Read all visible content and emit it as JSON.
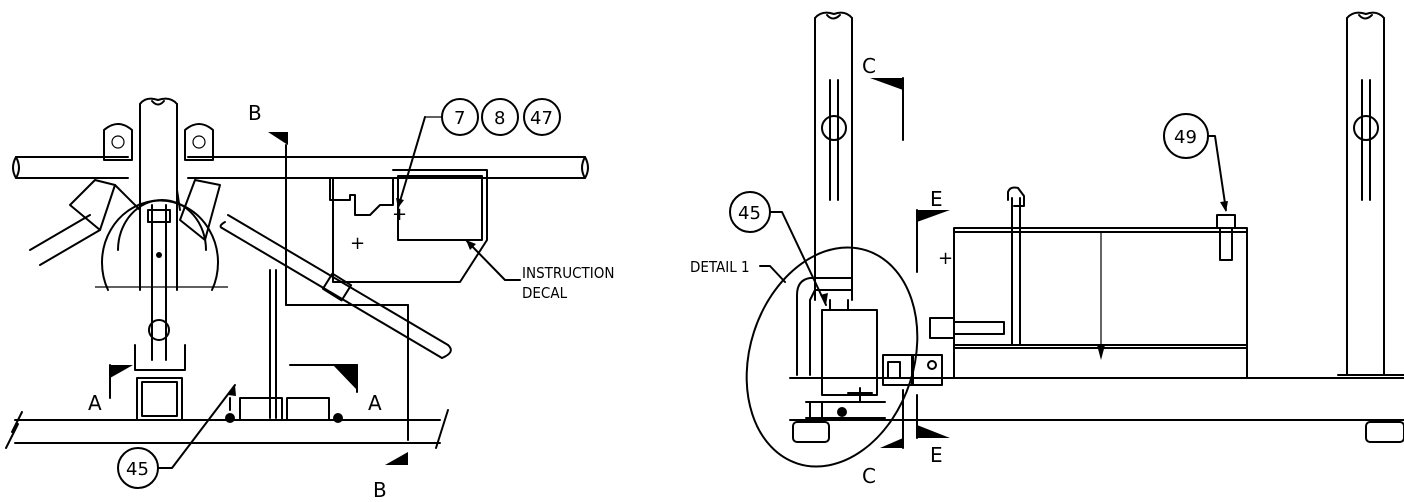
{
  "left_view": {
    "section_labels": {
      "a_left": "A",
      "a_right": "A",
      "b_top": "B",
      "b_bottom": "B"
    },
    "callouts": [
      "7",
      "8",
      "47"
    ],
    "callout_bottom": "45",
    "instruction_line1": "INSTRUCTION",
    "instruction_line2": "DECAL"
  },
  "right_view": {
    "section_labels": {
      "c_top": "C",
      "c_bottom": "C",
      "e_top": "E",
      "e_bottom": "E"
    },
    "callout_left": "45",
    "callout_right": "49",
    "detail_label": "DETAIL 1"
  }
}
